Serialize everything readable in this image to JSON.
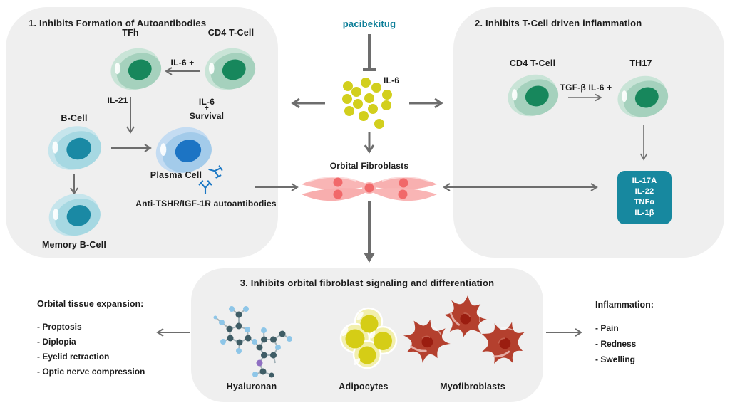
{
  "center": {
    "drug": "pacibekitug",
    "il6": "IL-6",
    "fibroblasts": "Orbital Fibroblasts"
  },
  "panel1": {
    "title": "1. Inhibits Formation of Autoantibodies",
    "tfh": "TFh",
    "cd4": "CD4 T-Cell",
    "il6_signal": "IL-6 +",
    "il21": "IL-21",
    "survival_line1": "IL-6",
    "survival_line2": "+",
    "survival_line3": "Survival",
    "b_cell": "B-Cell",
    "plasma_cell": "Plasma Cell",
    "memory_b_cell": "Memory B-Cell",
    "autoantibodies": "Anti-TSHR/IGF-1R autoantibodies"
  },
  "panel2": {
    "title": "2. Inhibits T-Cell driven inflammation",
    "cd4": "CD4 T-Cell",
    "tgfb_il6": "TGF-β IL-6 +",
    "th17": "TH17",
    "cytokines": [
      "IL-17A",
      "IL-22",
      "TNFα",
      "IL-1β"
    ]
  },
  "panel3": {
    "title": "3. Inhibits orbital fibroblast signaling and differentiation",
    "hyaluronan": "Hyaluronan",
    "adipocytes": "Adipocytes",
    "myofibroblasts": "Myofibroblasts"
  },
  "outcomes_left": {
    "title": "Orbital tissue expansion:",
    "items": [
      "- Proptosis",
      "- Diplopia",
      "- Eyelid retraction",
      "- Optic nerve compression"
    ]
  },
  "outcomes_right": {
    "title": "Inflammation:",
    "items": [
      "- Pain",
      "- Redness",
      "- Swelling"
    ]
  },
  "icons": {
    "antibody_icon": "blue Y-shaped antibody glyph",
    "inhibitor_icon": "T-bar inhibition symbol"
  },
  "colors": {
    "panel_bg": "#efefef",
    "arrow": "#6d6d6d",
    "drug_teal": "#0e7f99",
    "il6_dot": "#d2cf1d",
    "cytokine_box_bg": "#17889f",
    "fibroblast_pink": "#f9b5b5",
    "fibroblast_nucleus": "#f1696a",
    "tcell_body": "#a5d1bd",
    "tcell_nucleus": "#17875c",
    "bcell_body": "#a6d8e2",
    "bcell_nucleus": "#1a89a4",
    "plasma_body": "#a3cbea",
    "plasma_nucleus": "#1c74c4",
    "antibody_blue": "#1c78c4",
    "myofibroblast_red": "#b4402e",
    "myofibroblast_nucleus": "#9b1d10",
    "adipocyte_outer": "#f2efad",
    "adipocyte_inner": "#d5cd16",
    "text": "#1b1b1b"
  }
}
